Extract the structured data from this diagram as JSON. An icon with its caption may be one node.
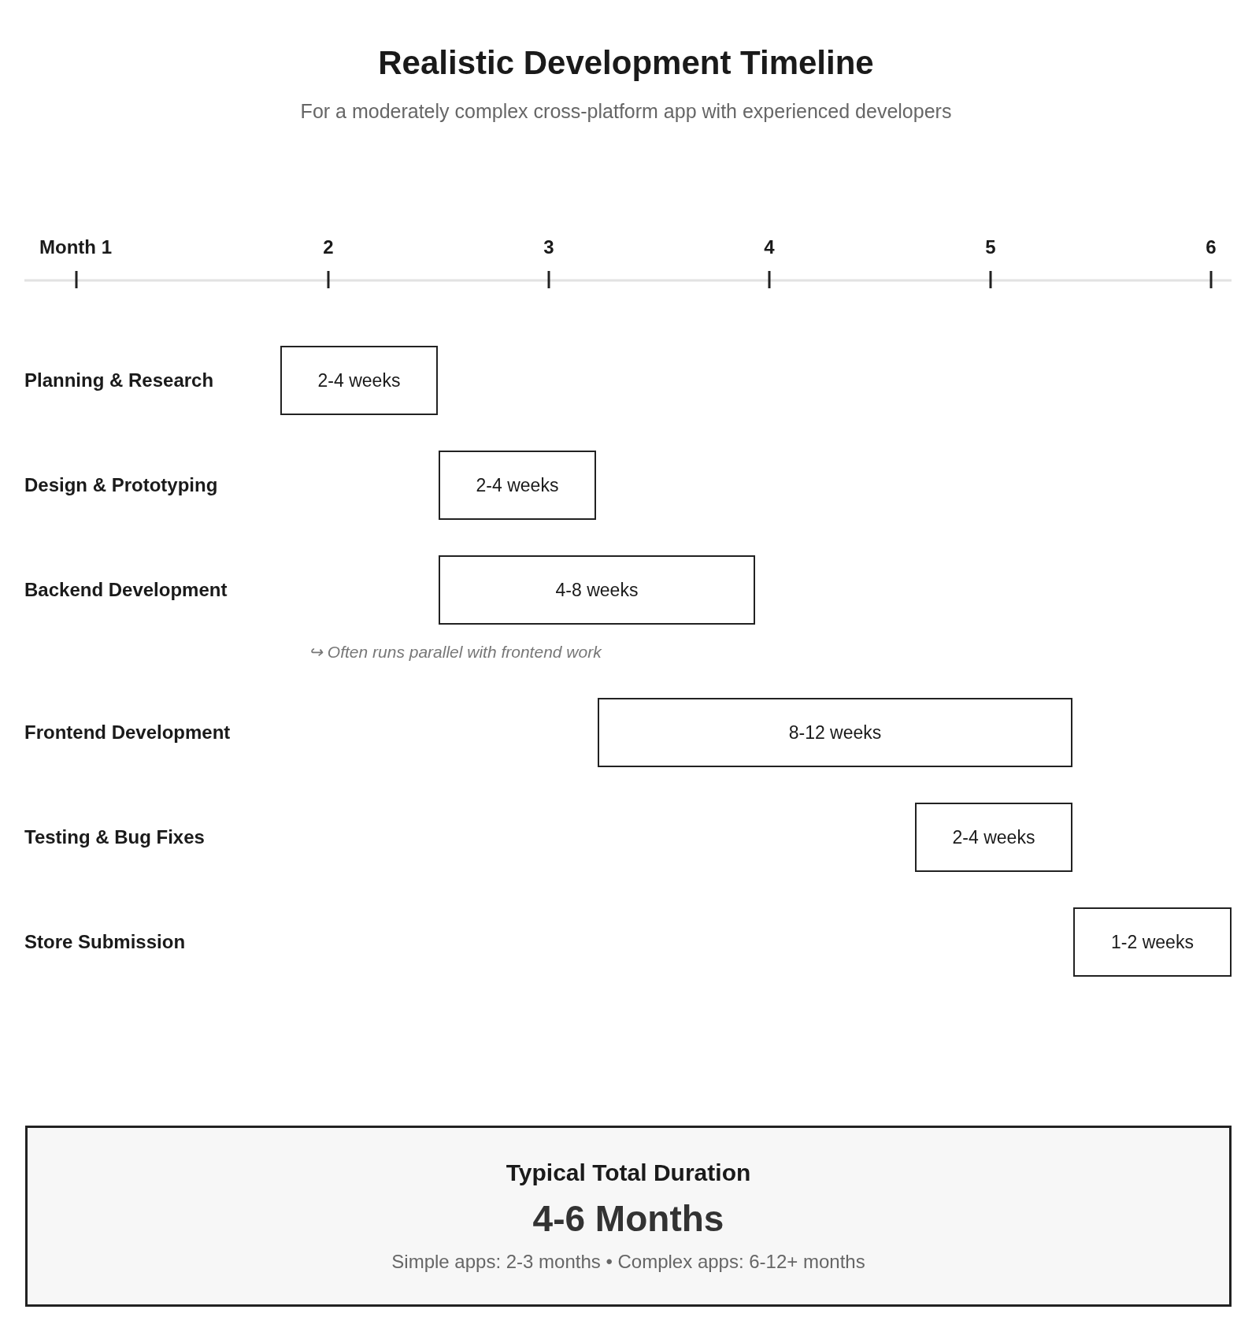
{
  "diagram": {
    "title": "Realistic Development Timeline",
    "caption": "For a moderately complex cross-platform app with experienced developers",
    "nodes": [
      {
        "text": [
          "2-4 weeks"
        ]
      },
      {
        "text": [
          "2-4 weeks"
        ]
      },
      {
        "text": [
          "4-8 weeks"
        ]
      },
      {
        "text": [
          "8-12 weeks"
        ]
      },
      {
        "text": [
          "2-4 weeks"
        ]
      },
      {
        "text": [
          "1-2 weeks"
        ]
      },
      {
        "text": [
          "Typical Total Duration",
          "4-6 Months",
          "Simple apps: 2-3 months • Complex apps: 6-12+ months"
        ]
      }
    ],
    "labels": [
      "Month 1",
      "2",
      "3",
      "4",
      "5",
      "6",
      "Planning & Research",
      "Design & Prototyping",
      "Backend Development",
      "↪ Often runs parallel with frontend work",
      "Frontend Development",
      "Testing & Bug Fixes",
      "Store Submission"
    ]
  }
}
